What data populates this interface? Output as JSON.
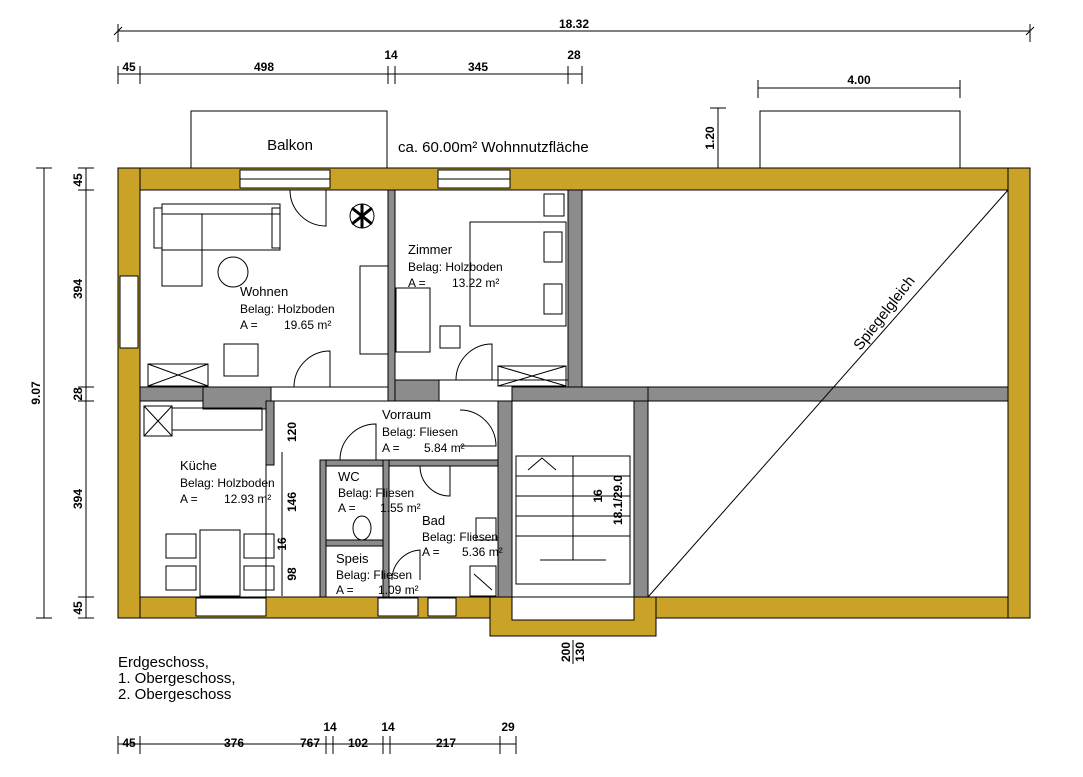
{
  "plan": {
    "total_width": "18.32",
    "top_dims": [
      "45",
      "498",
      "14",
      "345",
      "28"
    ],
    "right_dim_width": "4.00",
    "right_dim_height": "1.20",
    "balcony": "Balkon",
    "area_note": "ca. 60.00m² Wohnnutzfläche",
    "mirror_note": "Spiegelgleich",
    "left_total": "9.07",
    "left_dims": [
      "45",
      "394",
      "28",
      "394",
      "45"
    ],
    "bottom_dims": [
      "45",
      "376",
      "767",
      "14",
      "102",
      "14",
      "217",
      "29"
    ],
    "bottom_small": [
      "200",
      "130"
    ],
    "inner_dims": [
      "120",
      "146",
      "16",
      "98"
    ],
    "stair_label": "18.1/29.0",
    "stair_count": "16",
    "rooms": [
      {
        "name": "Wohnen",
        "floor": "Belag:  Holzboden",
        "area_label": "A =",
        "area": "19.65 m²"
      },
      {
        "name": "Zimmer",
        "floor": "Belag:  Holzboden",
        "area_label": "A =",
        "area": "13.22 m²"
      },
      {
        "name": "Vorraum",
        "floor": "Belag:  Fliesen",
        "area_label": "A =",
        "area": "5.84 m²"
      },
      {
        "name": "Küche",
        "floor": "Belag:  Holzboden",
        "area_label": "A =",
        "area": "12.93 m²"
      },
      {
        "name": "WC",
        "floor": "Belag:  Fliesen",
        "area_label": "A =",
        "area": "1.55 m²"
      },
      {
        "name": "Bad",
        "floor": "Belag:  Fliesen",
        "area_label": "A =",
        "area": "5.36 m²"
      },
      {
        "name": "Speis",
        "floor": "Belag:  Fliesen",
        "area_label": "A =",
        "area": "1.09 m²"
      }
    ],
    "floors": [
      "Erdgeschoss,",
      "1. Obergeschoss,",
      "2. Obergeschoss"
    ]
  }
}
